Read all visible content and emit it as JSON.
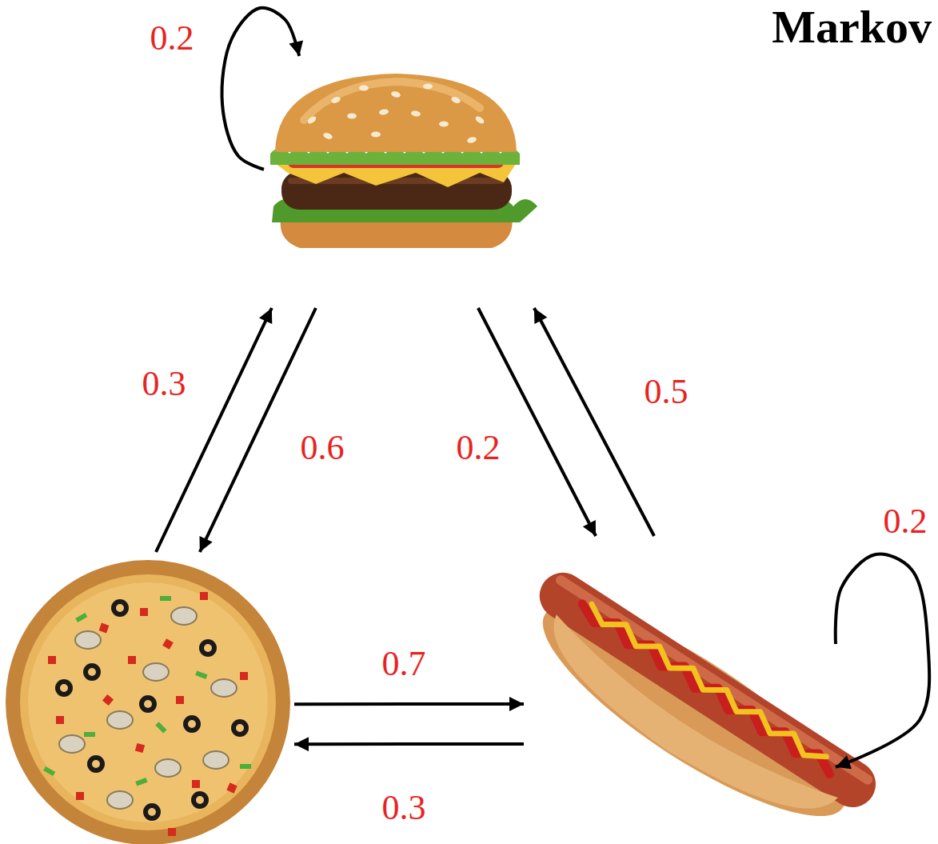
{
  "diagram": {
    "title": "Markov",
    "nodes": [
      {
        "text": []
      },
      {
        "text": []
      },
      {
        "text": []
      }
    ],
    "edges": [
      {
        "from": 0,
        "to": 0,
        "arrow": "to",
        "label": "0.2"
      },
      {
        "from": 0,
        "to": 1,
        "arrow": "to",
        "label": "0.6"
      },
      {
        "from": 1,
        "to": 0,
        "arrow": "to",
        "label": "0.3"
      },
      {
        "from": 0,
        "to": 2,
        "arrow": "to",
        "label": "0.2"
      },
      {
        "from": 2,
        "to": 0,
        "arrow": "to",
        "label": "0.5"
      },
      {
        "from": 1,
        "to": 2,
        "arrow": "to",
        "label": "0.7"
      },
      {
        "from": 2,
        "to": 1,
        "arrow": "to",
        "label": "0.3"
      },
      {
        "from": 2,
        "to": 2,
        "arrow": "to",
        "label": "0.2"
      }
    ]
  }
}
